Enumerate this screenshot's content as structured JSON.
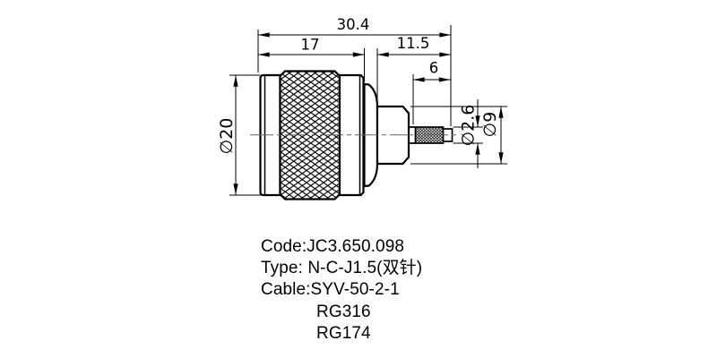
{
  "dimensions": {
    "overall_length": "30.4",
    "body_length": "17",
    "rear_length": "11.5",
    "crimp_length": "6",
    "body_diameter": "∅20",
    "crimp_diameter": "∅2.6",
    "rear_diameter": "∅9"
  },
  "notes": {
    "code": "Code:JC3.650.098",
    "type": "Type: N-C-J1.5(双针)",
    "cable": "Cable:SYV-50-2-1",
    "cable_alt_1": "RG316",
    "cable_alt_2": "RG174"
  }
}
